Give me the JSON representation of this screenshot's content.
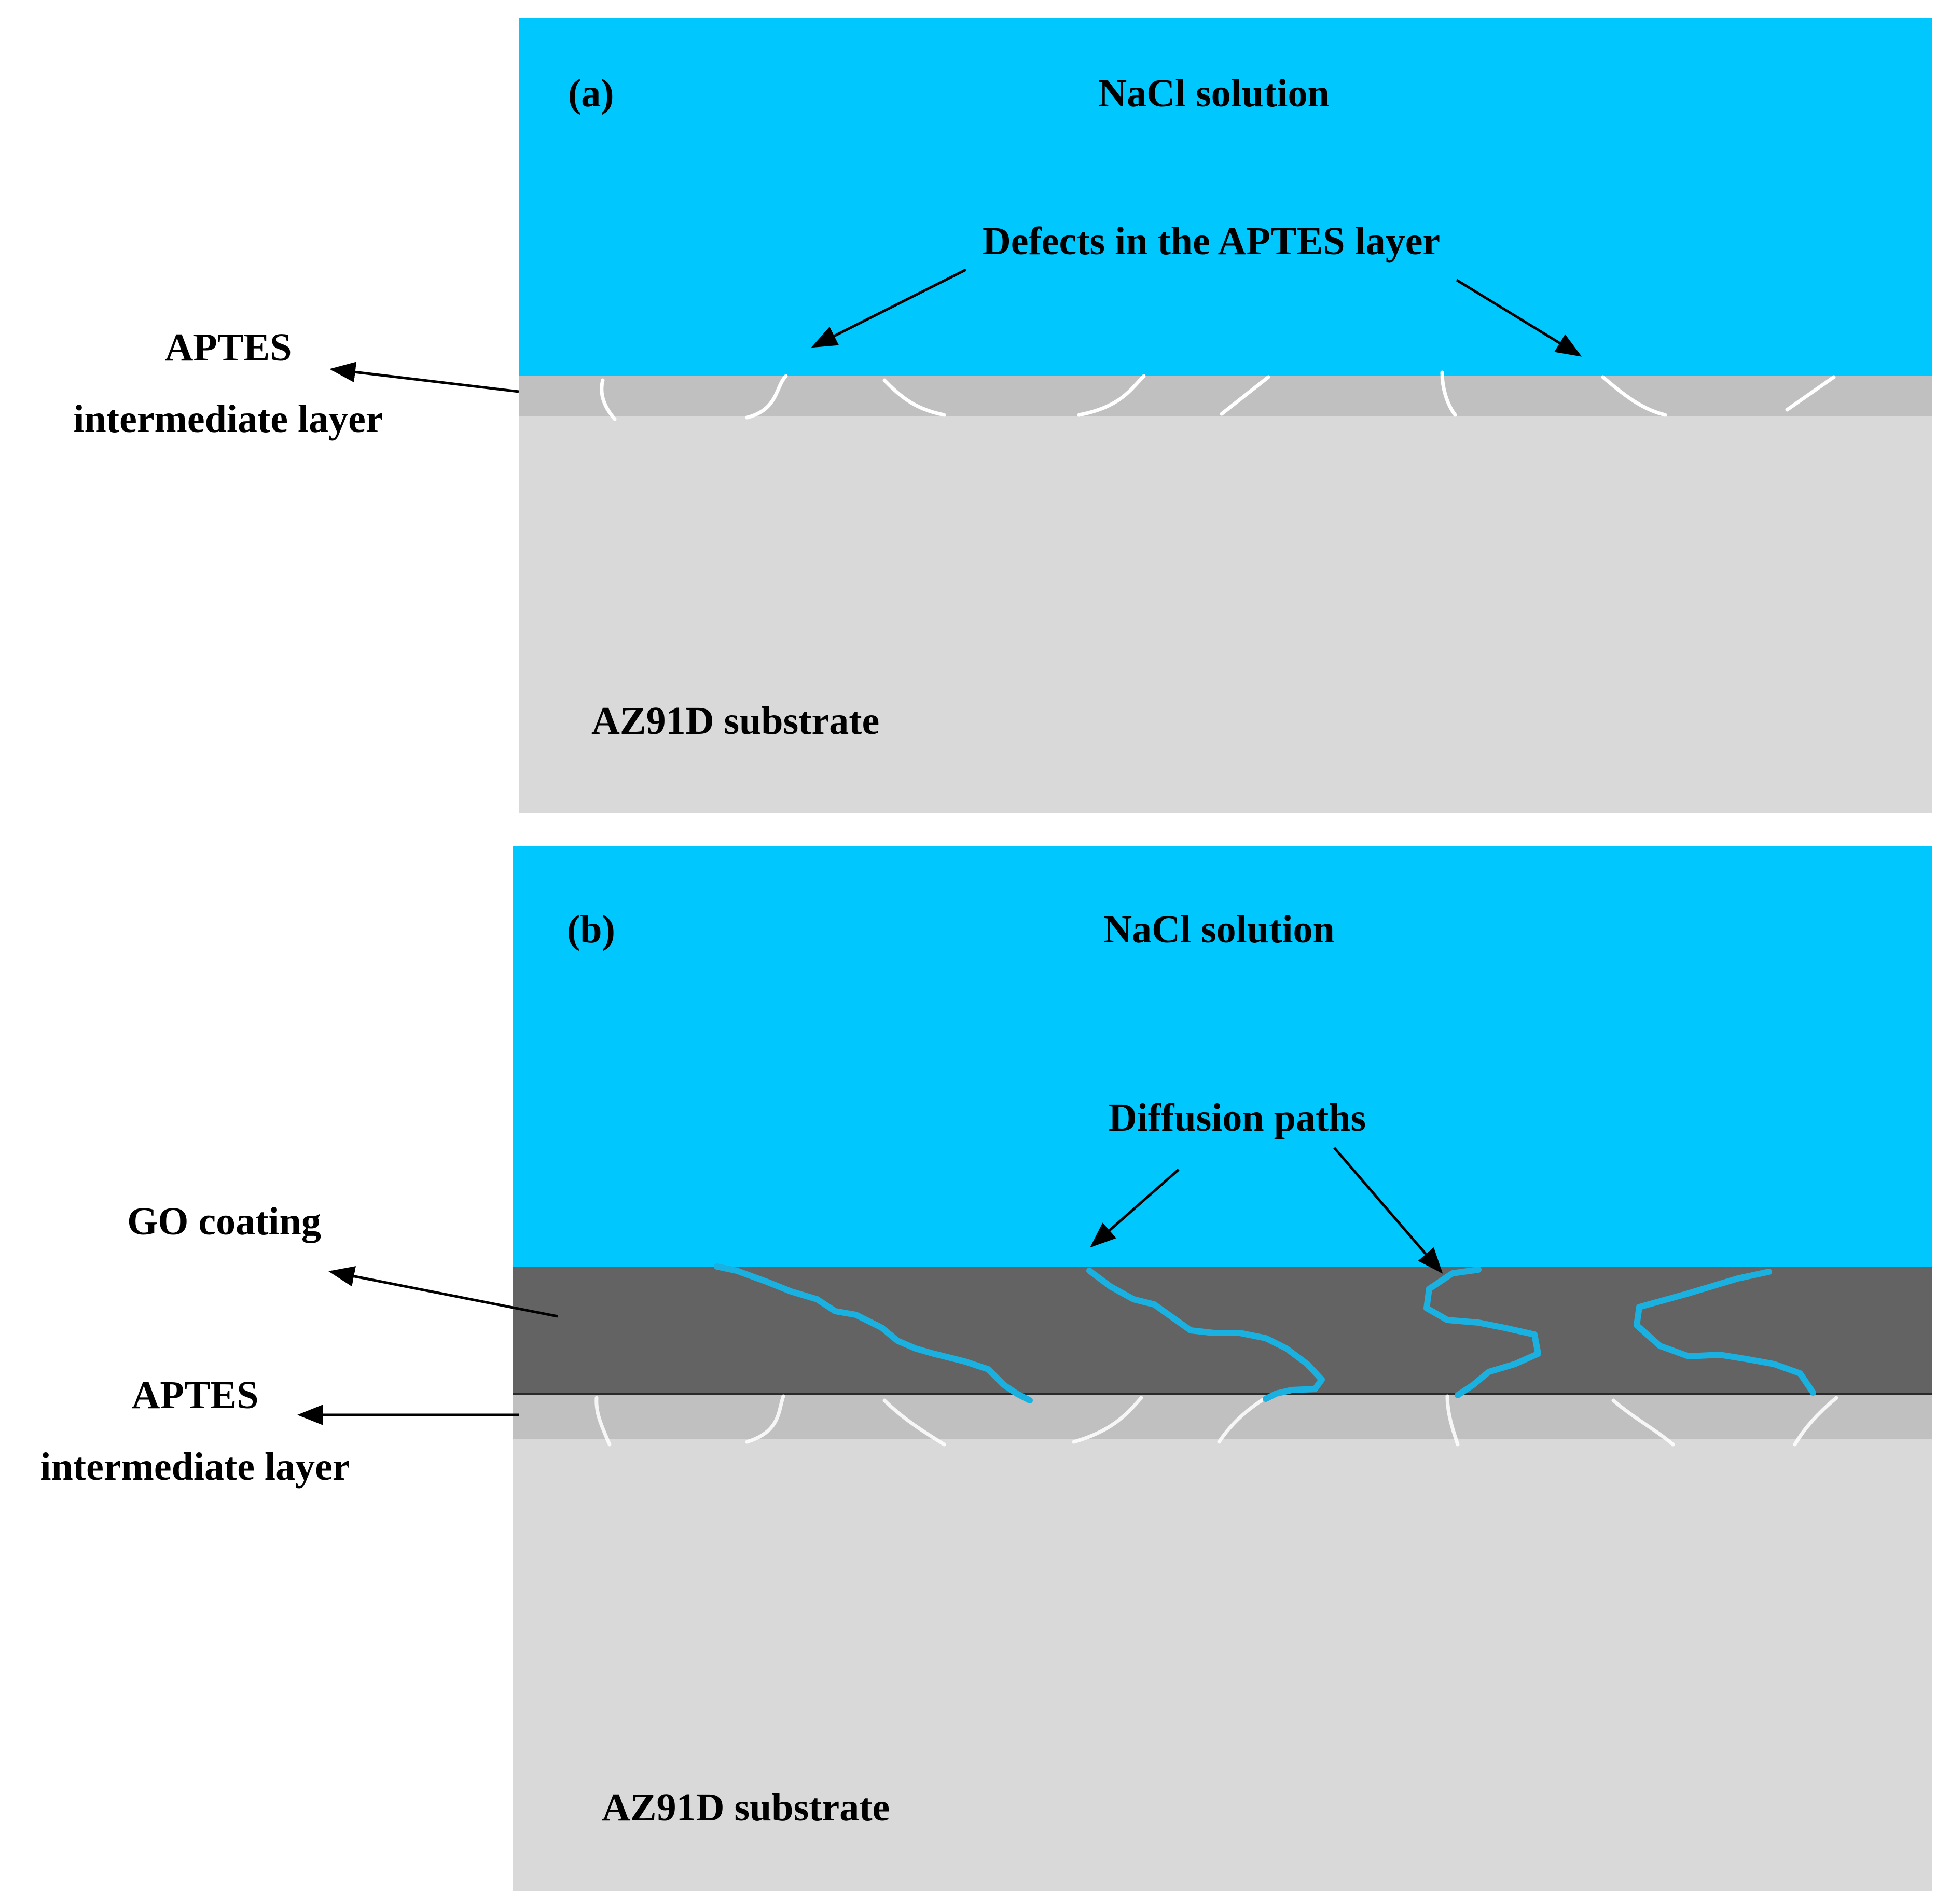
{
  "panel_a": {
    "label": "(a)",
    "solution_label": "NaCl solution",
    "defects_label": "Defects in the APTES layer",
    "aptes_label_line1": "APTES",
    "aptes_label_line2": "intermediate layer",
    "substrate_label": "AZ91D substrate"
  },
  "panel_b": {
    "label": "(b)",
    "solution_label": "NaCl solution",
    "diffusion_label": "Diffusion paths",
    "go_label": "GO coating",
    "aptes_label_line1": "APTES",
    "aptes_label_line2": "intermediate layer",
    "substrate_label": "AZ91D substrate"
  },
  "colors": {
    "solution": "#00c8ff",
    "aptes_layer": "#c0c0c0",
    "substrate": "#d9d9d9",
    "go_coating": "#636363",
    "defect": "#ffffff",
    "diffusion_path": "#1ab0e0",
    "text": "#000000"
  }
}
